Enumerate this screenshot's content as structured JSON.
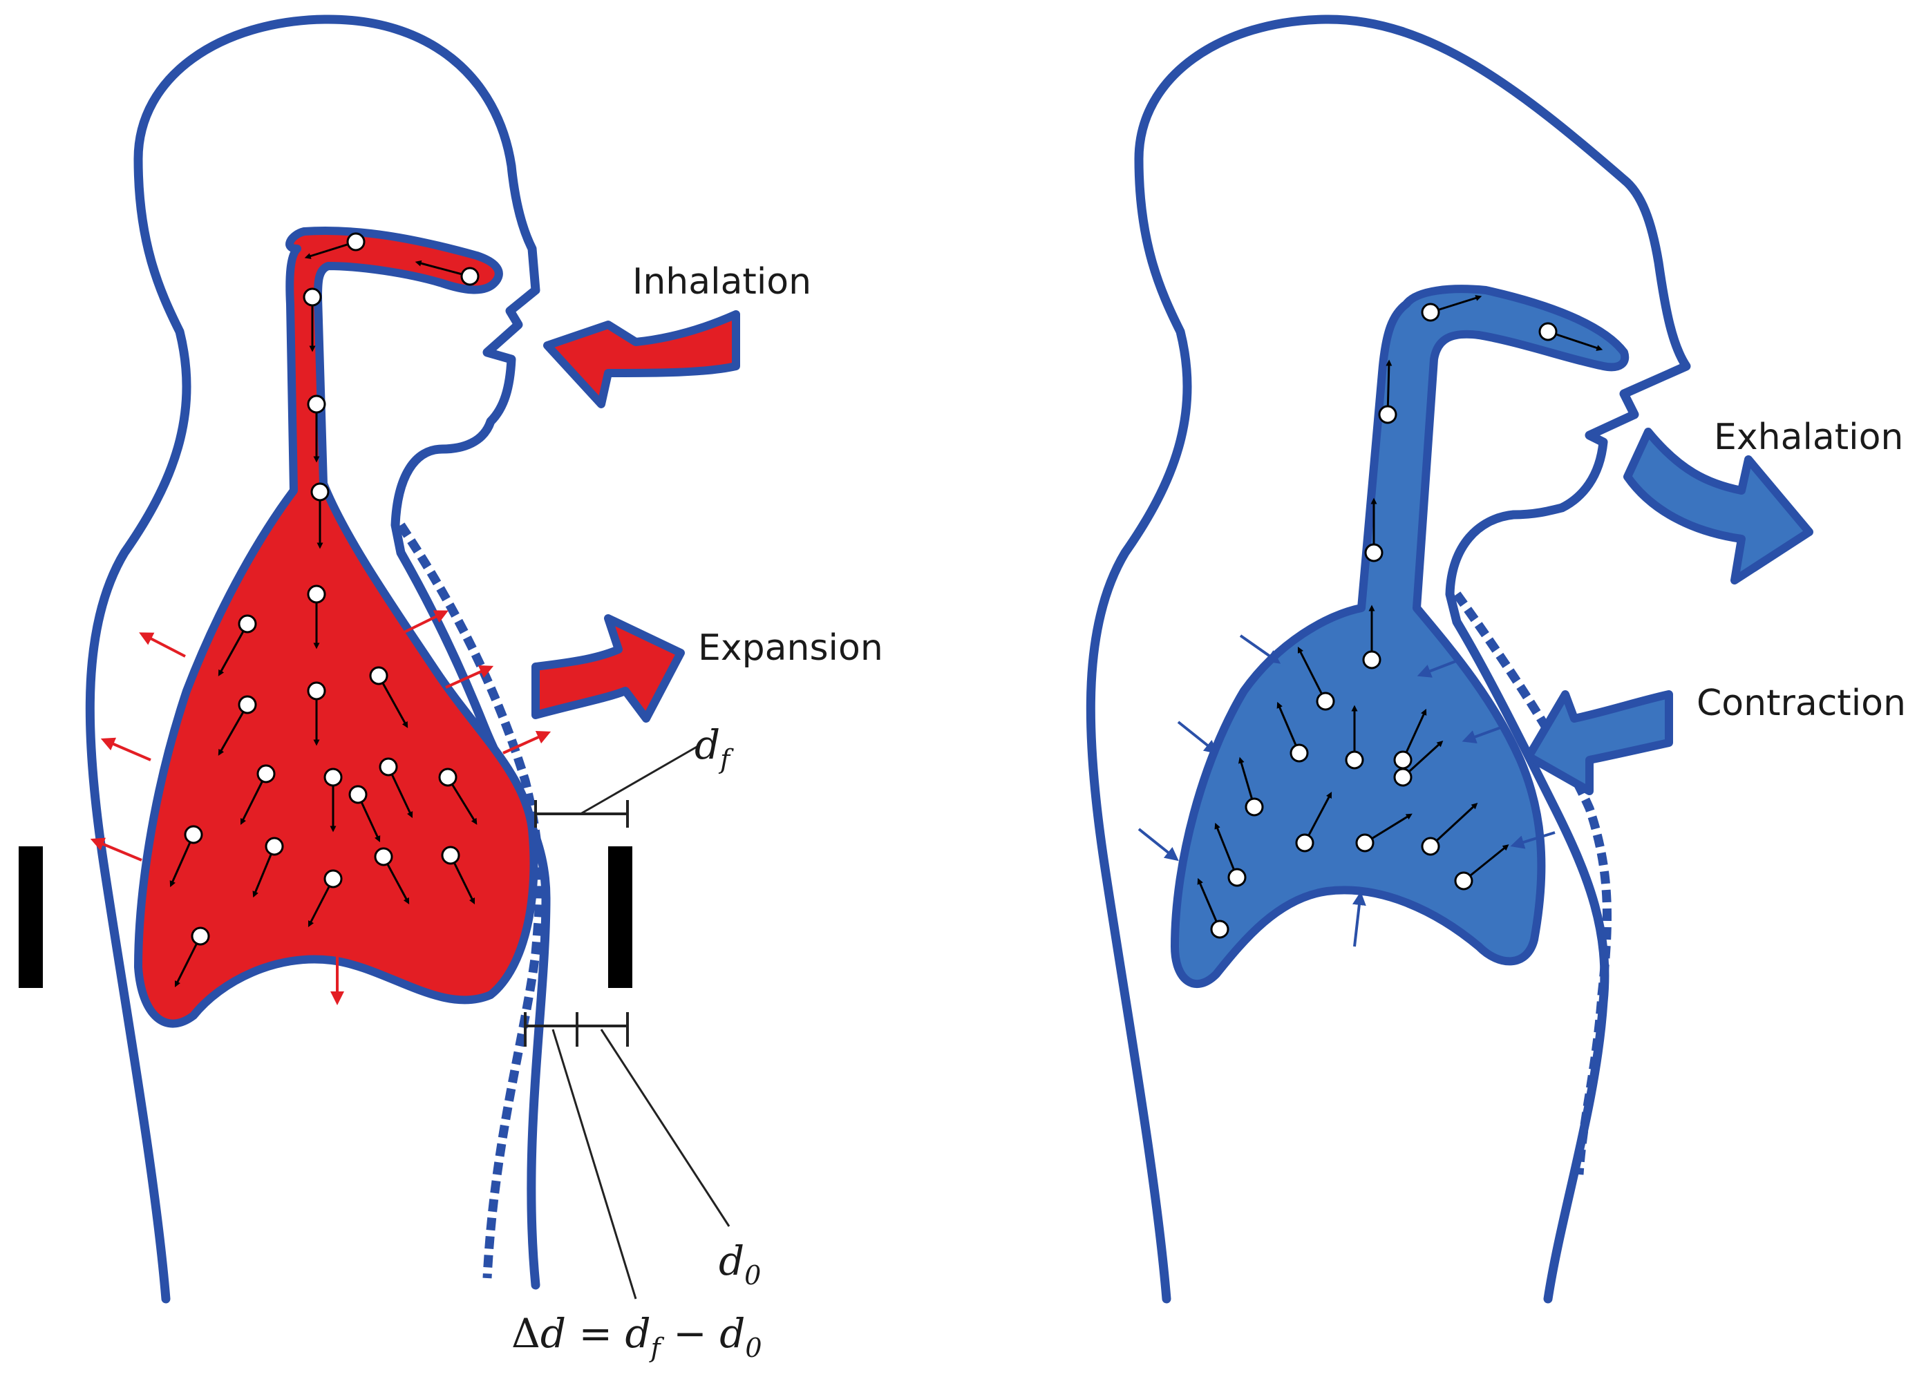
{
  "labels": {
    "inhalation": "Inhalation",
    "expansion": "Expansion",
    "exhalation": "Exhalation",
    "contraction": "Contraction"
  },
  "math": {
    "df_base": "d",
    "df_sub": "f",
    "d0_base": "d",
    "d0_sub": "0",
    "eq_delta": "Δ",
    "eq_d": "d",
    "eq_equals": " = ",
    "eq_df": "d",
    "eq_df_sub": "f",
    "eq_minus": " − ",
    "eq_d0": "d",
    "eq_d0_sub": "0"
  },
  "colors": {
    "outline": "#2a50a8",
    "inhale_fill": "#e31e24",
    "exhale_fill": "#3b74bf",
    "particle_arrow": "#000000",
    "force_arrow_red": "#e31e24",
    "force_arrow_blue": "#2a50a8",
    "sensor_plate": "#000000"
  }
}
